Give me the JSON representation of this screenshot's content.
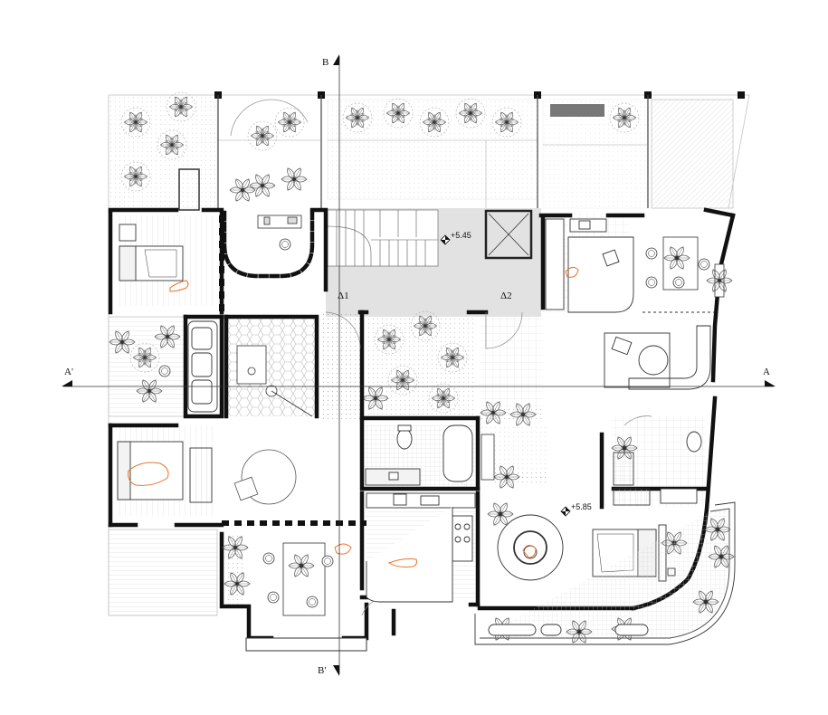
{
  "section_marks": {
    "top": "B",
    "bottom": "B'",
    "left": "A'",
    "right": "A"
  },
  "levels": {
    "upper": "+5.45",
    "lower": "+5.85"
  },
  "delta_marks": {
    "d1": "Δ1",
    "d2": "Δ2"
  },
  "colors": {
    "wall": "#111111",
    "line": "#8a8a8a",
    "light_line": "#c4c4c4",
    "hall_fill": "#e2e2e2",
    "figure_accent": "#e8742c"
  }
}
